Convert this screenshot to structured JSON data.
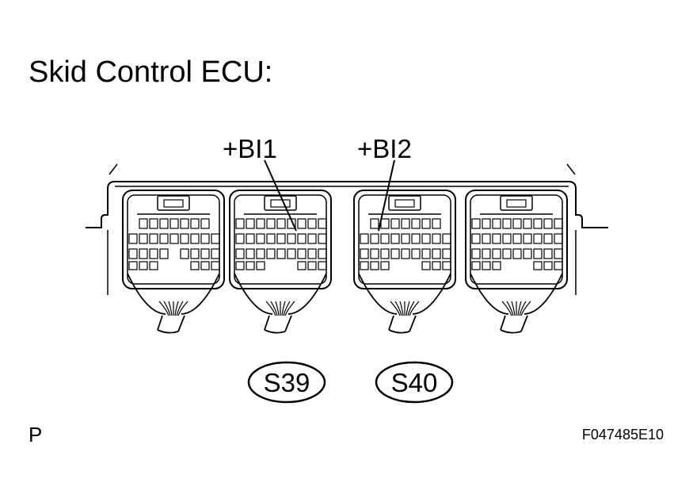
{
  "title": "Skid Control ECU:",
  "terminal_labels": [
    "+BI1",
    "+BI2"
  ],
  "connector_labels": [
    "S39",
    "S40"
  ],
  "footer_left": "P",
  "figure_code": "F047485E10"
}
